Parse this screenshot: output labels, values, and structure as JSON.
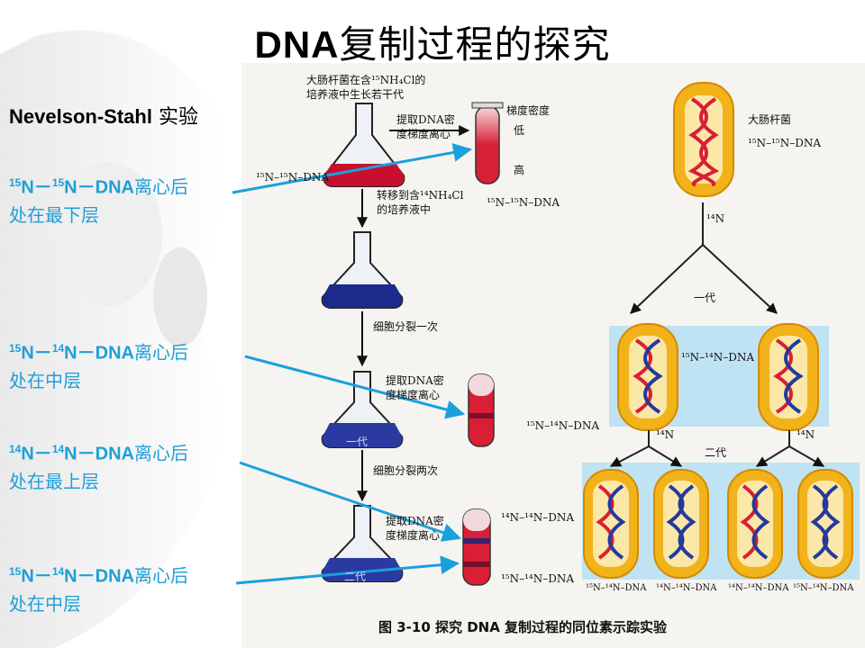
{
  "title": {
    "latin": "DNA",
    "cn": "复制过程的探究"
  },
  "subtitle": {
    "name": "Nevelson-Stahl",
    "cn": "实验"
  },
  "notes": [
    {
      "a": "15",
      "b": "15",
      "dna": "DNA",
      "cn1": "离心后",
      "line2": "处在最下层"
    },
    {
      "a": "15",
      "b": "14",
      "dna": "DNA",
      "cn1": "离心后",
      "line2": "处在中层"
    },
    {
      "a": "14",
      "b": "14",
      "dna": "DNA",
      "cn1": "离心后",
      "line2": "处在最上层"
    },
    {
      "a": "15",
      "b": "14",
      "dna": "DNA",
      "cn1": "离心后",
      "line2": "处在中层"
    }
  ],
  "figure": {
    "top_label_1": "大肠杆菌在含¹⁵NH₄Cl的",
    "top_label_2": "培养液中生长若干代",
    "flask1_label": "¹⁵N–¹⁵N–DNA",
    "extract_1": "提取DNA密",
    "extract_2": "度梯度离心",
    "gradient_title": "梯度密度",
    "low": "低",
    "high": "高",
    "tube1_label": "¹⁵N–¹⁵N–DNA",
    "transfer_1": "转移到含¹⁴NH₄Cl",
    "transfer_2": "的培养液中",
    "divide_once": "细胞分裂一次",
    "gen1_flask": "一代",
    "extract_b1": "提取DNA密",
    "extract_b2": "度梯度离心",
    "tube2_label": "¹⁵N–¹⁴N–DNA",
    "divide_twice": "细胞分裂两次",
    "gen2_flask": "二代",
    "extract_c1": "提取DNA密",
    "extract_c2": "度梯度离心",
    "tube3_top": "¹⁴N–¹⁴N–DNA",
    "tube3_bottom": "¹⁵N–¹⁴N–DNA",
    "ecoli": "大肠杆菌",
    "parent_dna": "¹⁵N–¹⁵N–DNA",
    "n14_a": "¹⁴N",
    "gen1": "一代",
    "gen1_dna": "¹⁵N–¹⁴N–DNA",
    "n14_b": "¹⁴N",
    "n14_c": "¹⁴N",
    "gen2": "二代",
    "g2_1": "¹⁵N–¹⁴N–DNA",
    "g2_2": "¹⁴N–¹⁴N–DNA",
    "g2_3": "¹⁴N–¹⁴N–DNA",
    "g2_4": "¹⁵N–¹⁴N–DNA",
    "caption": "图 3-10  探究 DNA 复制过程的同位素示踪实验"
  },
  "colors": {
    "note": "#1f9fd6",
    "arrow": "#1aa0dc",
    "heavy": "#d0202c",
    "light": "#2a3a9a",
    "capsule": "#f2b21a",
    "band_bg": "#bfe3f2"
  }
}
